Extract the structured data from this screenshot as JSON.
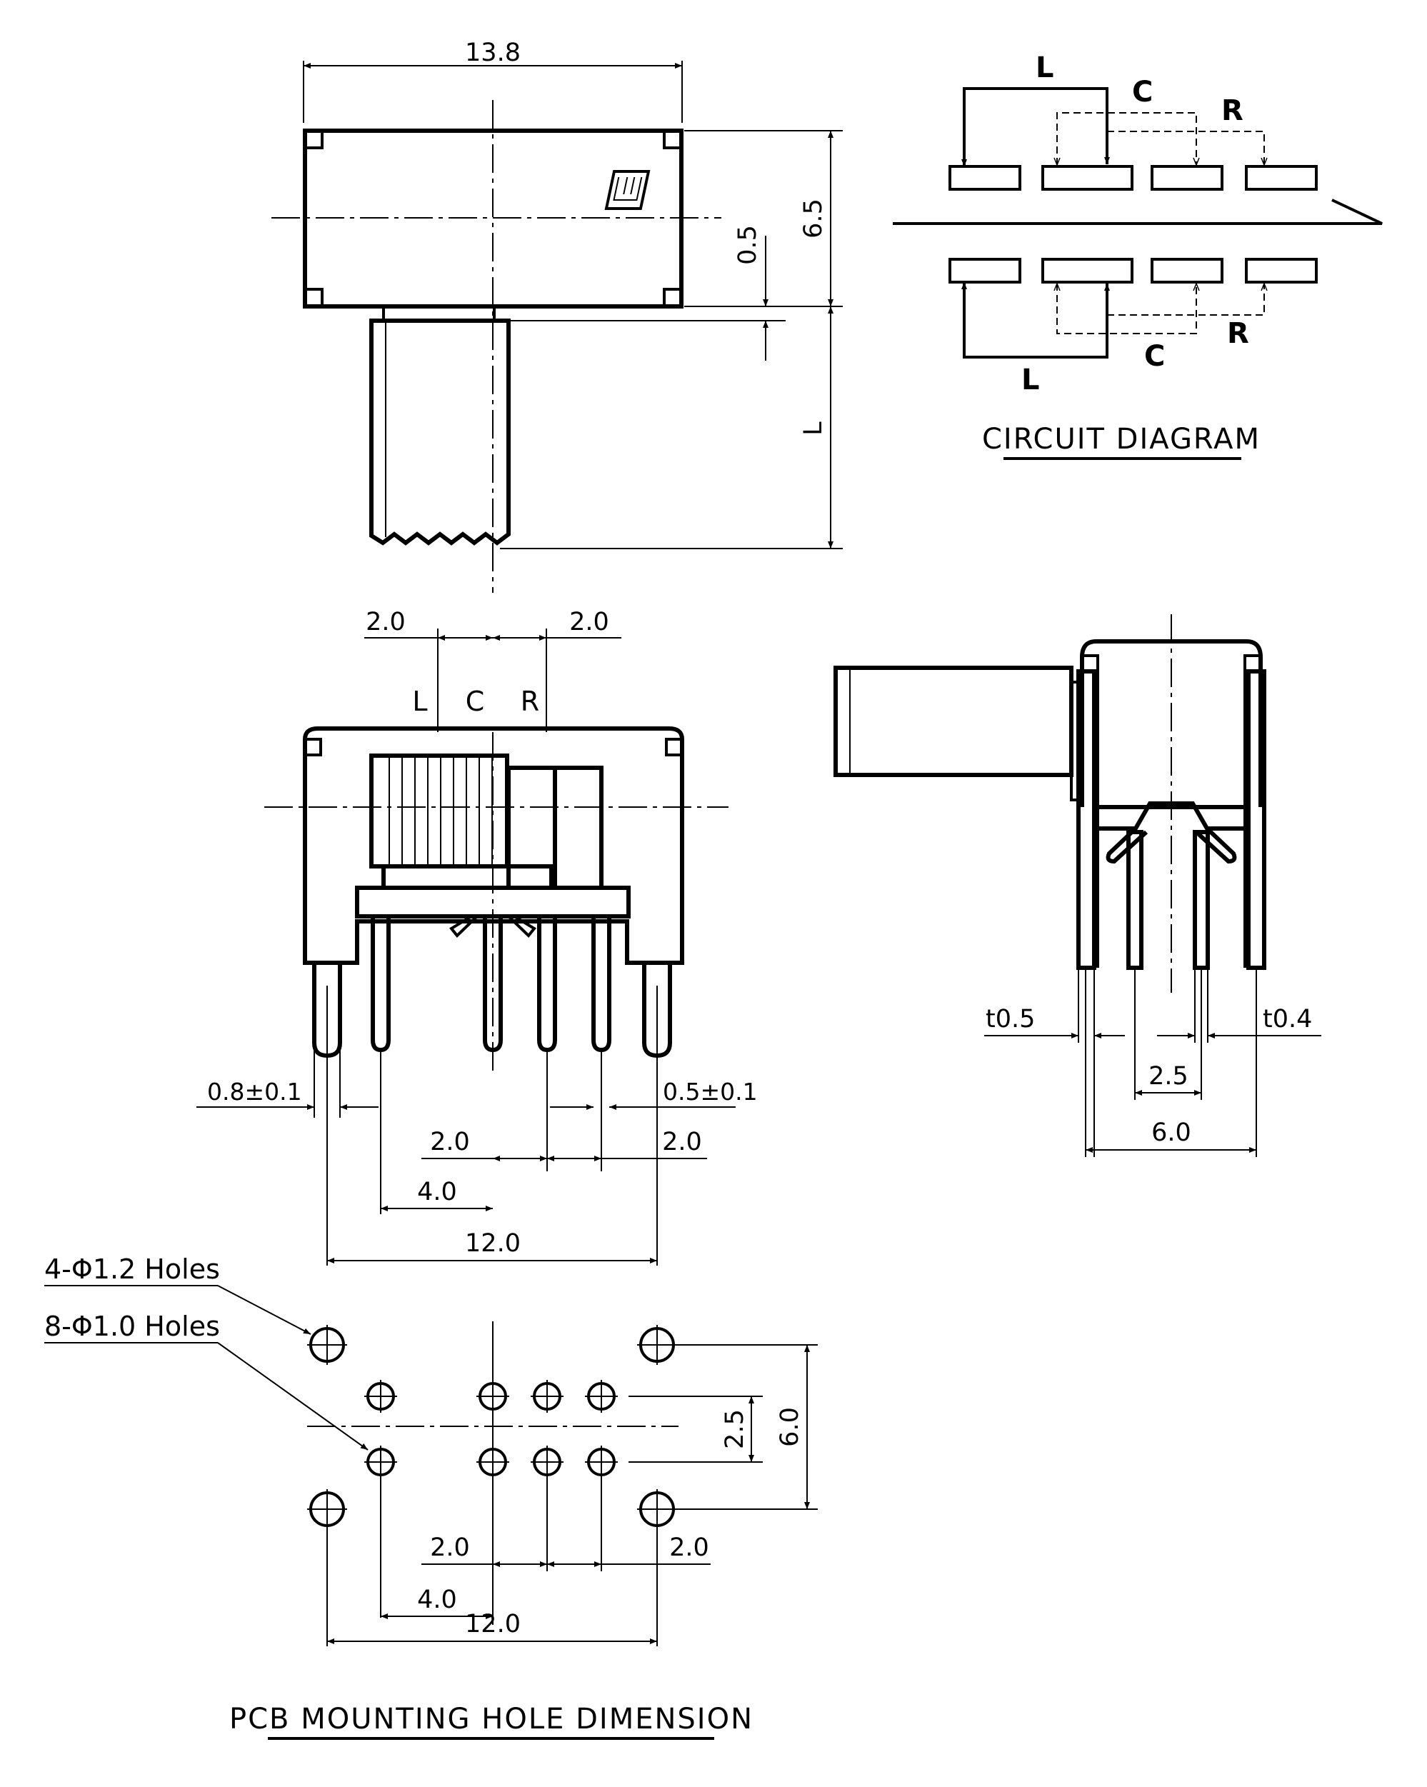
{
  "top_view": {
    "width_dim": "13.8",
    "height_dim": "6.5",
    "gap_dim": "0.5",
    "shaft_length": "L"
  },
  "circuit_diagram": {
    "title": "CIRCUIT DIAGRAM",
    "upper_labels": {
      "L": "L",
      "C": "C",
      "R": "R"
    },
    "lower_labels": {
      "L": "L",
      "C": "C",
      "R": "R"
    }
  },
  "front_view": {
    "pitch_left": "2.0",
    "pitch_right": "2.0",
    "pin_labels": {
      "L": "L",
      "C": "C",
      "R": "R"
    },
    "mount_pin_width": "0.8±0.1",
    "pin_width": "0.5±0.1",
    "bottom_pitch_left": "2.0",
    "bottom_pitch_right": "2.0",
    "span_4": "4.0",
    "span_12": "12.0"
  },
  "side_view": {
    "thickness_left": "t0.5",
    "thickness_right": "t0.4",
    "pin_row_pitch": "2.5",
    "mount_span": "6.0"
  },
  "pcb_layout": {
    "title": "PCB MOUNTING HOLE DIMENSION",
    "large_holes_label": "4-Φ1.2 Holes",
    "small_holes_label": "8-Φ1.0 Holes",
    "row_pitch": "2.5",
    "mount_rows": "6.0",
    "pitch_left": "2.0",
    "pitch_right": "2.0",
    "span_4": "4.0",
    "span_12": "12.0"
  }
}
